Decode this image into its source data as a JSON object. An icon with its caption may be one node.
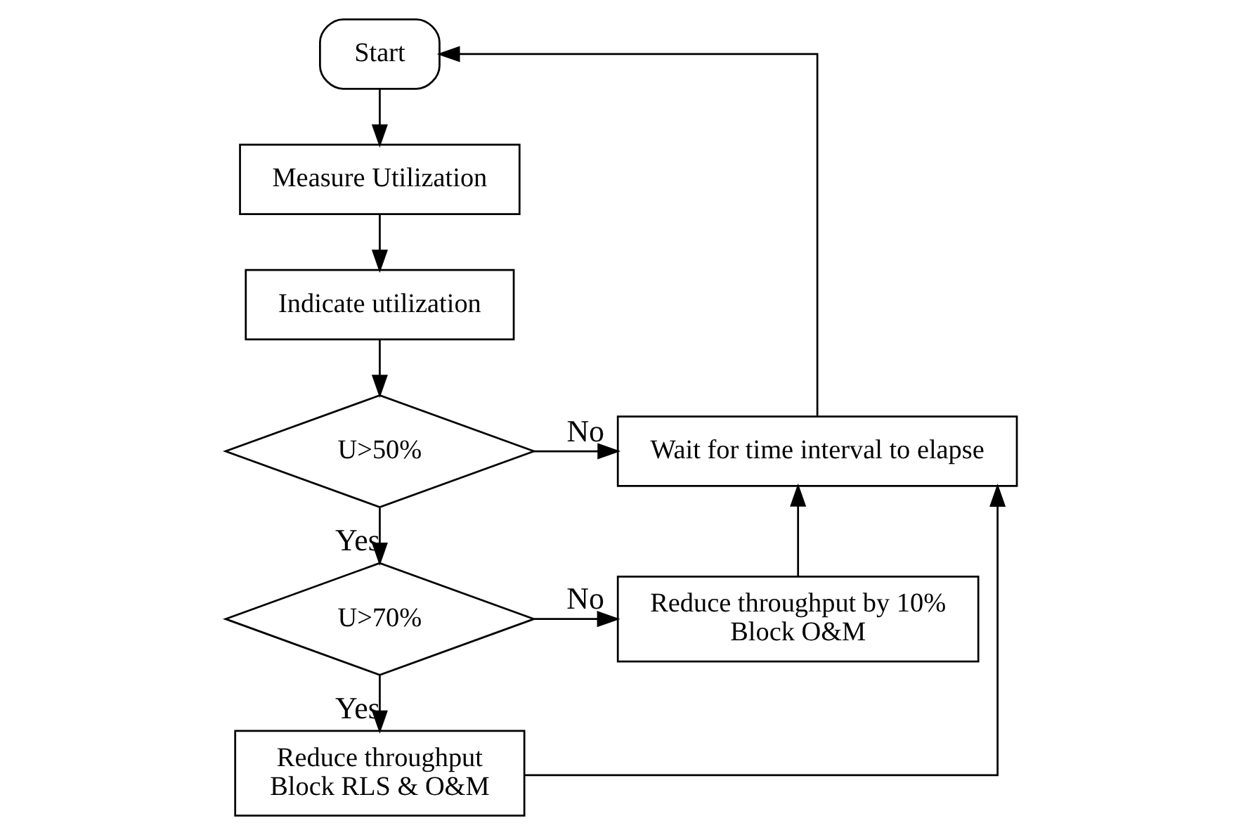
{
  "diagram": {
    "nodes": [
      {
        "text": [
          "Start"
        ]
      },
      {
        "text": [
          "Measure Utilization"
        ]
      },
      {
        "text": [
          "Indicate utilization"
        ]
      },
      {
        "text": [
          "U>50%"
        ]
      },
      {
        "text": [
          "Wait for time interval to elapse"
        ]
      },
      {
        "text": [
          "U>70%"
        ]
      },
      {
        "text": [
          "Reduce throughput by 10%",
          "Block O&M"
        ]
      },
      {
        "text": [
          "Reduce throughput",
          "Block RLS & O&M"
        ]
      }
    ],
    "edges": [
      {
        "from": 0,
        "to": 1,
        "arrow": "to"
      },
      {
        "from": 1,
        "to": 2,
        "arrow": "to"
      },
      {
        "from": 2,
        "to": 3,
        "arrow": "to"
      },
      {
        "from": 3,
        "to": 4,
        "arrow": "to",
        "label": "No"
      },
      {
        "from": 3,
        "to": 5,
        "arrow": "to",
        "label": "Yes"
      },
      {
        "from": 5,
        "to": 6,
        "arrow": "to",
        "label": "No"
      },
      {
        "from": 5,
        "to": 7,
        "arrow": "to",
        "label": "Yes"
      },
      {
        "from": 6,
        "to": 4,
        "arrow": "to"
      },
      {
        "from": 7,
        "to": 4,
        "arrow": "to"
      },
      {
        "from": 4,
        "to": 0,
        "arrow": "to"
      }
    ]
  }
}
